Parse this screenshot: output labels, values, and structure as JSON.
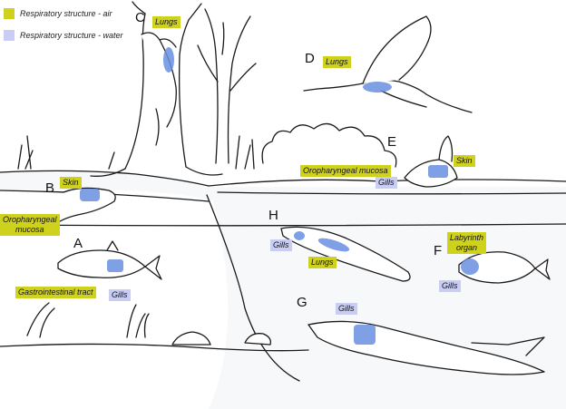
{
  "colors": {
    "air": "#cfd21c",
    "water": "#c9cdf4",
    "organ": "#6a8fe0",
    "line": "#1a1a1a",
    "water_fill": "#f4f6f8"
  },
  "legend": {
    "air_label": "Respiratory structure - air",
    "water_label": "Respiratory structure - water"
  },
  "animals": {
    "A": {
      "letter": "A",
      "tags": {
        "gastro": "Gastrointestinal tract",
        "gills": "Gills"
      }
    },
    "B": {
      "letter": "B",
      "tags": {
        "skin": "Skin",
        "oro_line1": "Oropharyngeal",
        "oro_line2": "mucosa"
      }
    },
    "C": {
      "letter": "C",
      "tags": {
        "lungs": "Lungs"
      }
    },
    "D": {
      "letter": "D",
      "tags": {
        "lungs": "Lungs"
      }
    },
    "E": {
      "letter": "E",
      "tags": {
        "oro": "Oropharyngeal mucosa",
        "gills": "Gills",
        "skin": "Skin"
      }
    },
    "F": {
      "letter": "F",
      "tags": {
        "lab_line1": "Labyrinth",
        "lab_line2": "organ",
        "gills": "Gills"
      }
    },
    "G": {
      "letter": "G",
      "tags": {
        "gills": "Gills"
      }
    },
    "H": {
      "letter": "H",
      "tags": {
        "gills": "Gills",
        "lungs": "Lungs"
      }
    }
  }
}
